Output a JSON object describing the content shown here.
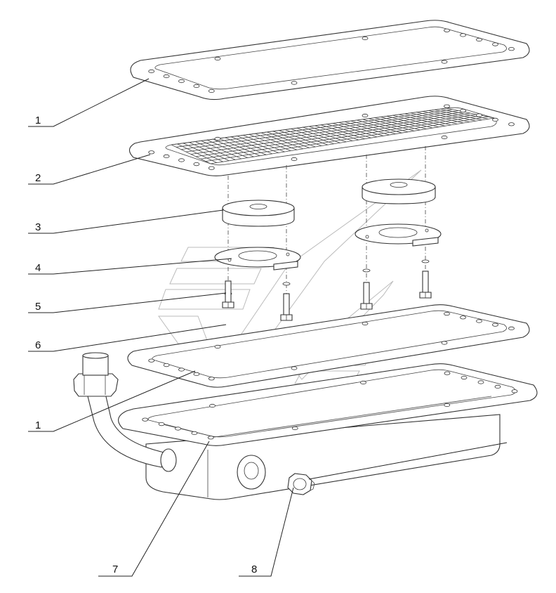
{
  "callouts": [
    {
      "id": "c1a",
      "text": "1"
    },
    {
      "id": "c2",
      "text": "2"
    },
    {
      "id": "c3",
      "text": "3"
    },
    {
      "id": "c4",
      "text": "4"
    },
    {
      "id": "c5",
      "text": "5"
    },
    {
      "id": "c6",
      "text": "6"
    },
    {
      "id": "c1b",
      "text": "1"
    },
    {
      "id": "c7",
      "text": "7"
    },
    {
      "id": "c8",
      "text": "8"
    }
  ],
  "colors": {
    "line": "#222222",
    "watermark": "#bbbbbb",
    "background": "#ffffff"
  }
}
